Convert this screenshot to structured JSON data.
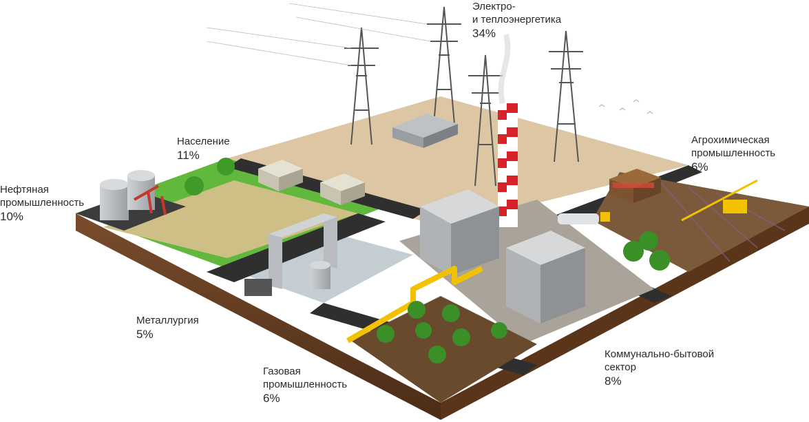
{
  "sectors": [
    {
      "id": "power",
      "lines": [
        "Электро-",
        "и теплоэнергетика"
      ],
      "percent": "34%"
    },
    {
      "id": "population",
      "lines": [
        "Население"
      ],
      "percent": "11%"
    },
    {
      "id": "oil",
      "lines": [
        "Нефтяная",
        "промышленность"
      ],
      "percent": "10%"
    },
    {
      "id": "agro",
      "lines": [
        "Агрохимическая",
        "промышленность"
      ],
      "percent": "6%"
    },
    {
      "id": "metallurgy",
      "lines": [
        "Металлургия"
      ],
      "percent": "5%"
    },
    {
      "id": "gas",
      "lines": [
        "Газовая",
        "промышленность"
      ],
      "percent": "6%"
    },
    {
      "id": "municipal",
      "lines": [
        "Коммунально-бытовой",
        "сектор"
      ],
      "percent": "8%"
    }
  ],
  "colors": {
    "grass": "#5fb83a",
    "soil": "#6b4326",
    "road": "#2f2f2f",
    "sand": "#d9c3a1",
    "chimney_red": "#d8222a",
    "pipe_yellow": "#f2c200"
  }
}
